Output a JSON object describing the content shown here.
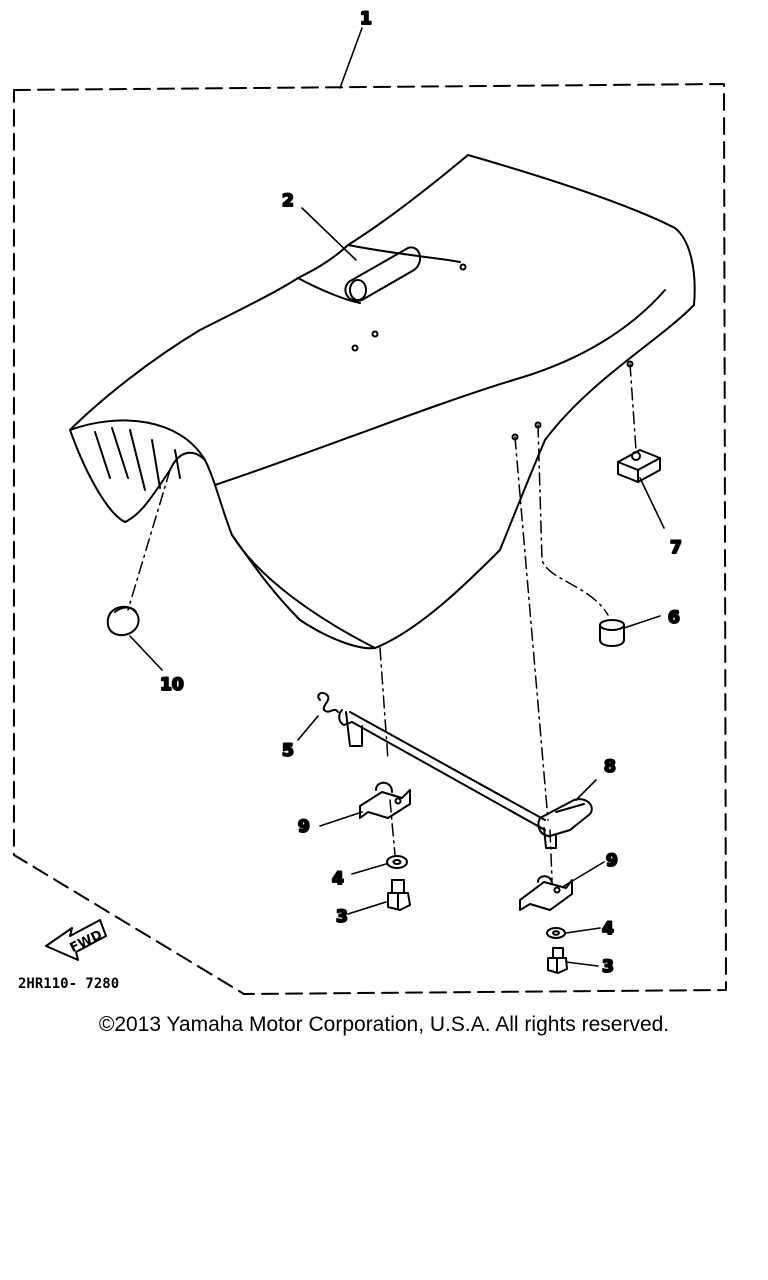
{
  "callouts": [
    "1",
    "2",
    "3",
    "3",
    "4",
    "4",
    "5",
    "6",
    "7",
    "8",
    "9",
    "9",
    "10"
  ],
  "diagram_code": "2HR110- 7280",
  "direction_arrow": {
    "label": "FWD"
  },
  "copyright": "©2013 Yamaha Motor Corporation, U.S.A. All rights reserved."
}
